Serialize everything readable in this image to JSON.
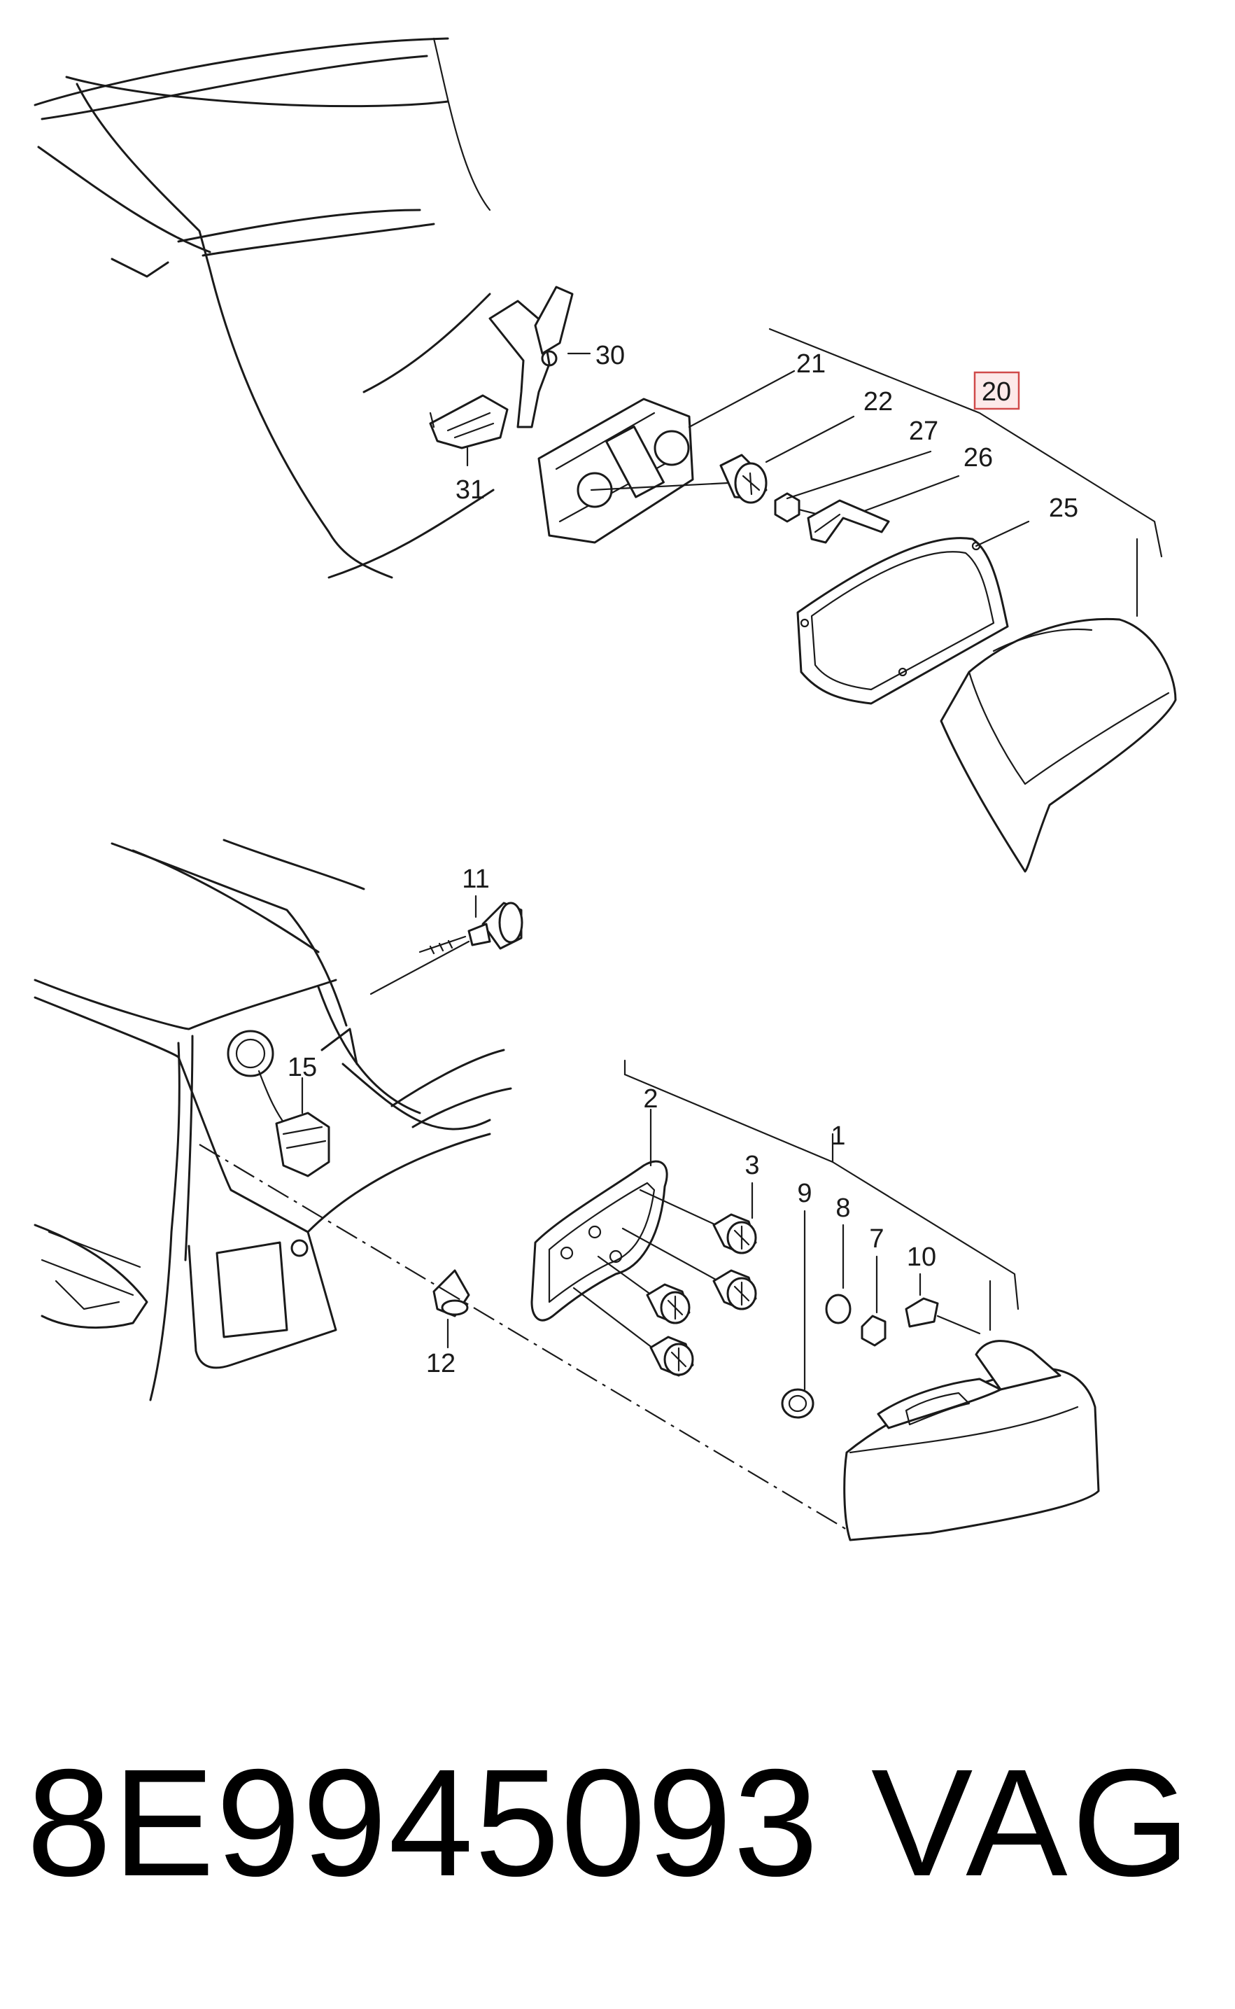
{
  "callouts": {
    "c20": "20",
    "c21": "21",
    "c22": "22",
    "c25": "25",
    "c26": "26",
    "c27": "27",
    "c30": "30",
    "c31": "31",
    "c1": "1",
    "c2": "2",
    "c3": "3",
    "c7": "7",
    "c8": "8",
    "c9": "9",
    "c10": "10",
    "c11": "11",
    "c12": "12",
    "c15": "15"
  },
  "highlighted_callout": "20",
  "footer": {
    "part_number": "8E9945093",
    "brand": "VAG"
  },
  "colors": {
    "line": "#1a1a1a",
    "highlight_fill": "#fde9e9",
    "highlight_border": "#d04a4a",
    "background": "#ffffff"
  }
}
